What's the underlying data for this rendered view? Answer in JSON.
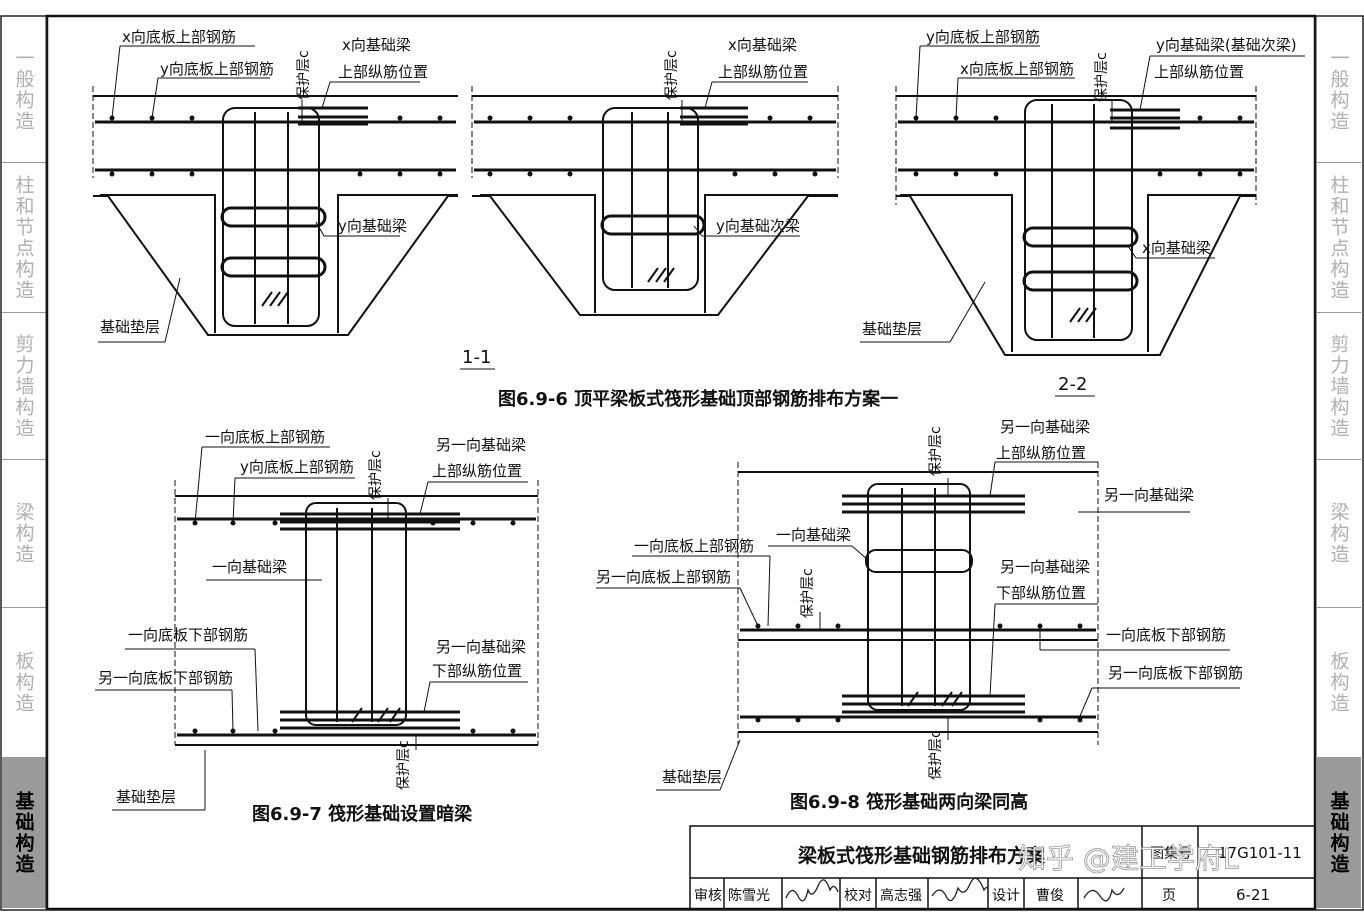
{
  "side_tabs_left": [
    {
      "label": "一般构造",
      "active": false
    },
    {
      "label": "柱和节点构造",
      "active": false
    },
    {
      "label": "剪力墙构造",
      "active": false
    },
    {
      "label": "梁构造",
      "active": false
    },
    {
      "label": "板构造",
      "active": false
    },
    {
      "label": "基础构造",
      "active": true
    }
  ],
  "side_tabs_right": [
    {
      "label": "一般构造",
      "active": false
    },
    {
      "label": "柱和节点构造",
      "active": false
    },
    {
      "label": "剪力墙构造",
      "active": false
    },
    {
      "label": "梁构造",
      "active": false
    },
    {
      "label": "板构造",
      "active": false
    },
    {
      "label": "基础构造",
      "active": true
    }
  ],
  "fig_6_9_6": {
    "caption": "图6.9-6 顶平梁板式筏形基础顶部钢筋排布方案一",
    "section_1": {
      "label": "1-1",
      "x_slab_top": "x向底板上部钢筋",
      "y_slab_top": "y向底板上部钢筋",
      "cover": "保护层c",
      "x_beam_top_line1": "x向基础梁",
      "x_beam_top_line2": "上部纵筋位置",
      "y_beam": "y向基础梁",
      "cushion": "基础垫层"
    },
    "section_mid": {
      "cover": "保护层c",
      "x_beam_top_line1": "x向基础梁",
      "x_beam_top_line2": "上部纵筋位置",
      "y_secondary": "y向基础次梁"
    },
    "section_2": {
      "label": "2-2",
      "y_slab_top": "y向底板上部钢筋",
      "x_slab_top": "x向底板上部钢筋",
      "cover": "保护层c",
      "y_beam_top_line1": "y向基础梁(基础次梁)",
      "y_beam_top_line2": "上部纵筋位置",
      "x_beam": "x向基础梁",
      "cushion": "基础垫层"
    }
  },
  "fig_6_9_7": {
    "caption": "图6.9-7 筏形基础设置暗梁",
    "one_slab_top": "一向底板上部钢筋",
    "y_slab_top": "y向底板上部钢筋",
    "cover_top": "保护层c",
    "other_beam_top_line1": "另一向基础梁",
    "other_beam_top_line2": "上部纵筋位置",
    "one_beam": "一向基础梁",
    "one_slab_bottom": "一向底板下部钢筋",
    "other_slab_bottom": "另一向底板下部钢筋",
    "other_beam_bottom_line1": "另一向基础梁",
    "other_beam_bottom_line2": "下部纵筋位置",
    "cover_bottom": "保护层c",
    "cushion": "基础垫层"
  },
  "fig_6_9_8": {
    "caption": "图6.9-8 筏形基础两向梁同高",
    "cover_top": "保护层c",
    "other_beam_top_line1": "另一向基础梁",
    "other_beam_top_line2": "上部纵筋位置",
    "other_beam": "另一向基础梁",
    "one_beam": "一向基础梁",
    "one_slab_top": "一向底板上部钢筋",
    "other_slab_top": "另一向底板上部钢筋",
    "cover_mid": "保护层c",
    "other_beam_bottom_line1": "另一向基础梁",
    "other_beam_bottom_line2": "下部纵筋位置",
    "one_slab_bottom": "一向底板下部钢筋",
    "other_slab_bottom": "另一向底板下部钢筋",
    "cover_bottom": "保护层c",
    "cushion": "基础垫层"
  },
  "title_block": {
    "title": "梁板式筏形基础钢筋排布方案",
    "atlas_label": "图集号",
    "atlas_no": "17G101-11",
    "review_label": "审核",
    "reviewer": "陈雪光",
    "check_label": "校对",
    "checker": "高志强",
    "design_label": "设计",
    "designer": "曹俊",
    "page_label": "页",
    "page_no": "6-21"
  },
  "watermark": "知乎 @建工学府L"
}
